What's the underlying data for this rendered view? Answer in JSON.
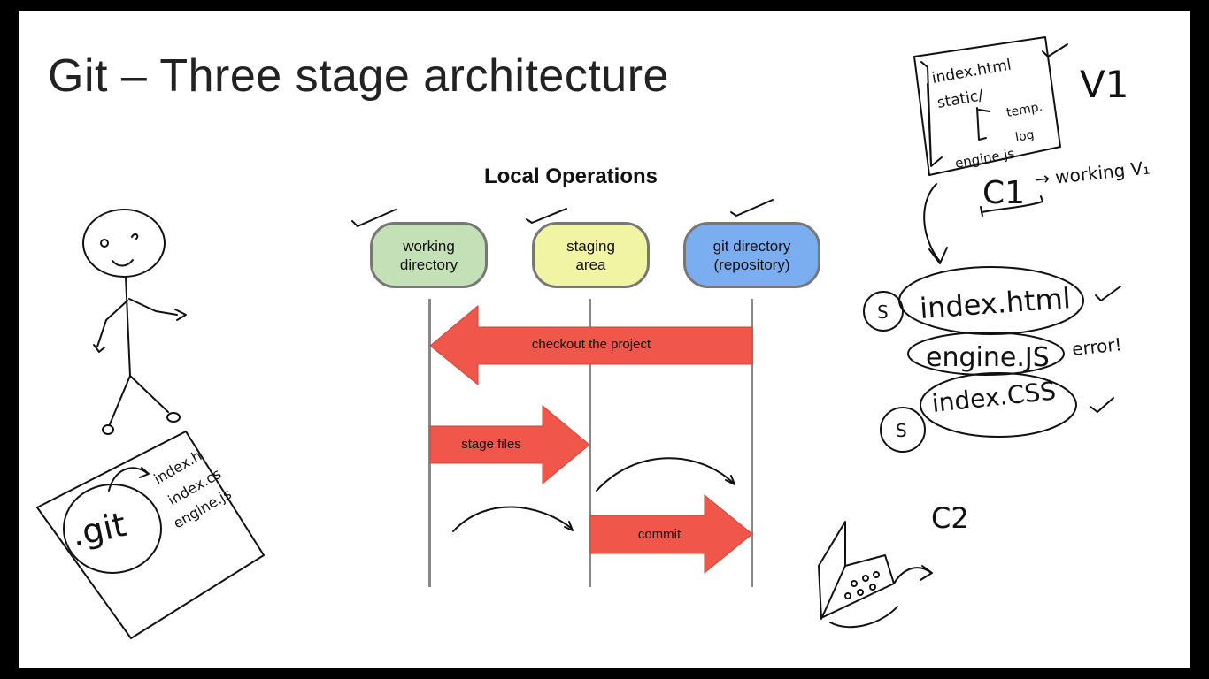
{
  "slide": {
    "title": "Git – Three stage architecture"
  },
  "diagram": {
    "title": "Local Operations",
    "stages": [
      {
        "label": "working\ndirectory",
        "color": "#c3e0b6"
      },
      {
        "label": "staging\narea",
        "color": "#f1f4a3"
      },
      {
        "label": "git directory\n(repository)",
        "color": "#7aaef1"
      }
    ],
    "operations": [
      {
        "label": "checkout the project"
      },
      {
        "label": "stage files"
      },
      {
        "label": "commit"
      }
    ],
    "arrow_color": "#f0574a"
  },
  "annotations": {
    "folder_files": [
      "index.html",
      "static/",
      "temp.",
      "log",
      "engine.js"
    ],
    "version_label": "V1",
    "commit_1": "C1",
    "working_note": "→ working V₁",
    "staged_marker": "S",
    "file_list": [
      "index.html",
      "engine.JS",
      "index.CSS"
    ],
    "error_note": "error!",
    "commit_2": "C2",
    "git_box_label": ".git",
    "git_box_files": [
      "index.h",
      "index.cs",
      "engine.js"
    ]
  }
}
